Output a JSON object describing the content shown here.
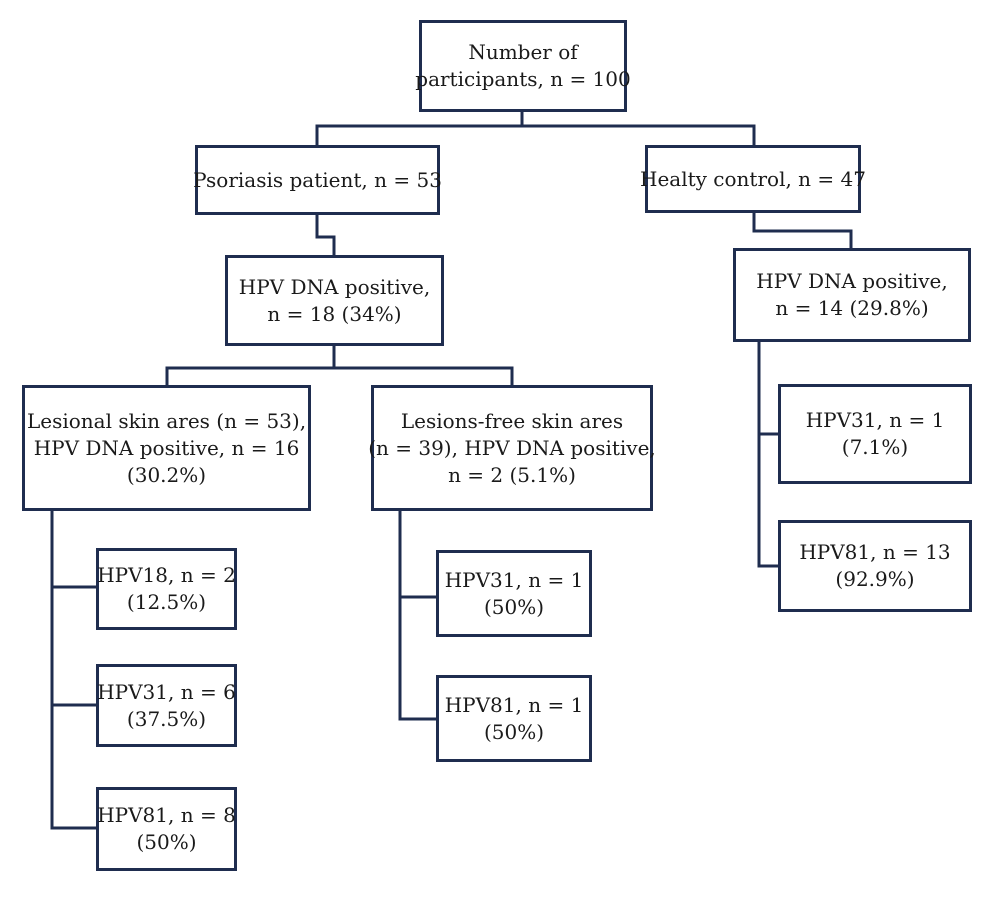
{
  "nodes": {
    "root": {
      "line1": "Number of",
      "line2": "participants, n = 100"
    },
    "psoriasis": {
      "line1": "Psoriasis patient, n = 53"
    },
    "control": {
      "line1": "Healty control, n = 47"
    },
    "psoriasis_hpv": {
      "line1": "HPV DNA positive,",
      "line2": "n = 18 (34%)"
    },
    "control_hpv": {
      "line1": "HPV DNA positive,",
      "line2": "n = 14 (29.8%)"
    },
    "lesional": {
      "line1": "Lesional skin ares (n = 53),",
      "line2": "HPV DNA positive, n = 16",
      "line3": "(30.2%)"
    },
    "lesion_free": {
      "line1": "Lesions-free skin ares",
      "line2": "(n = 39), HPV DNA positive,",
      "line3": "n = 2 (5.1%)"
    },
    "les_hpv18": {
      "line1": "HPV18, n = 2",
      "line2": "(12.5%)"
    },
    "les_hpv31": {
      "line1": "HPV31, n = 6",
      "line2": "(37.5%)"
    },
    "les_hpv81": {
      "line1": "HPV81, n = 8",
      "line2": "(50%)"
    },
    "free_hpv31": {
      "line1": "HPV31, n = 1",
      "line2": "(50%)"
    },
    "free_hpv81": {
      "line1": "HPV81, n = 1",
      "line2": "(50%)"
    },
    "ctrl_hpv31": {
      "line1": "HPV31, n = 1",
      "line2": "(7.1%)"
    },
    "ctrl_hpv81": {
      "line1": "HPV81, n = 13",
      "line2": "(92.9%)"
    }
  },
  "colors": {
    "border": "#1f2d4f",
    "text": "#1a1a1a",
    "background": "#ffffff"
  }
}
